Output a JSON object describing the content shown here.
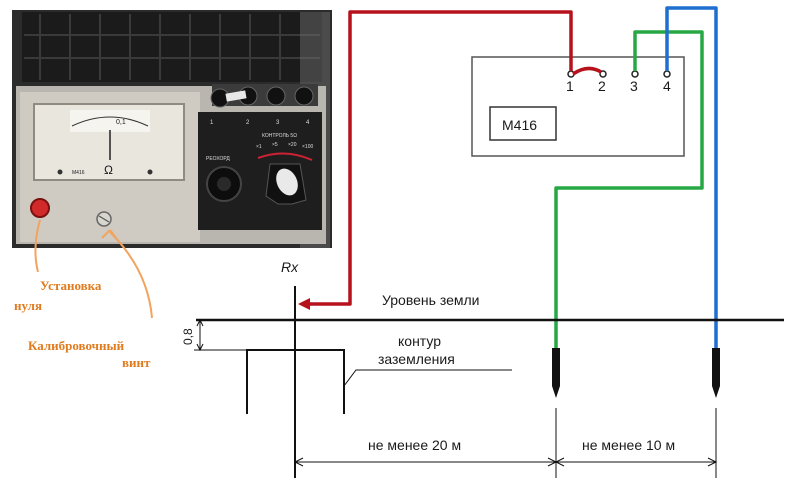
{
  "device": {
    "meter_mark": "0,1",
    "ohm_symbol": "Ω",
    "model_small": "М416",
    "rheochord": "РЕОХОРД",
    "control": "КОНТРОЛЬ 5Ω",
    "ranges": [
      "×1",
      "×5",
      "×20",
      "×100"
    ],
    "terminals": [
      "1",
      "2",
      "3",
      "4"
    ]
  },
  "annotations": {
    "zero_setting_line1": "Установка",
    "zero_setting_line2": "нуля",
    "calib_screw_line1": "Калибровочный",
    "calib_screw_line2": "винт"
  },
  "schematic": {
    "device_label": "М416",
    "terminals": [
      "1",
      "2",
      "3",
      "4"
    ],
    "rx_label": "Rx",
    "ground_level": "Уровень земли",
    "depth": "0,8",
    "contour_line1": "контур",
    "contour_line2": "заземления",
    "dist_1": "не менее 20 м",
    "dist_2": "не менее 10 м"
  },
  "colors": {
    "red_wire": "#b5121b",
    "green_wire": "#27a844",
    "blue_wire": "#1f6fd1",
    "orange_text": "#e07b1e",
    "orange_pointer": "#f2a35e"
  }
}
